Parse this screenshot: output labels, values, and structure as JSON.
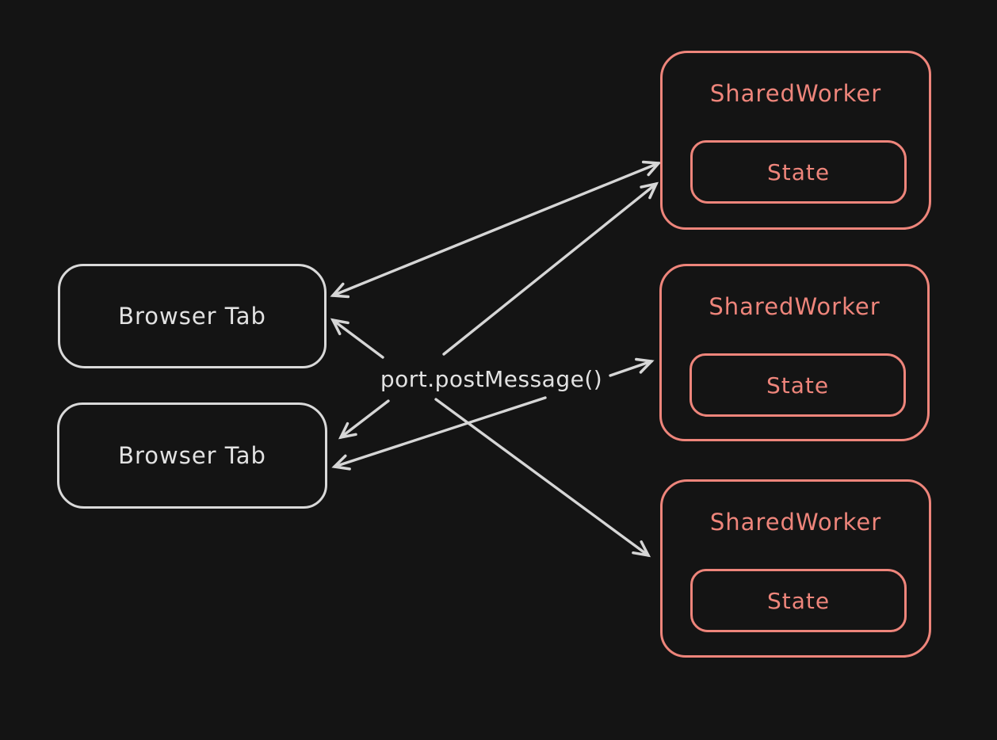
{
  "diagram": {
    "type": "hand-drawn architecture diagram (excalidraw style, dark theme)",
    "center_label": "port.postMessage()",
    "browser_tabs": [
      {
        "label": "Browser Tab"
      },
      {
        "label": "Browser Tab"
      }
    ],
    "shared_workers": [
      {
        "label": "SharedWorker",
        "state": "State"
      },
      {
        "label": "SharedWorker",
        "state": "State"
      },
      {
        "label": "SharedWorker",
        "state": "State"
      }
    ],
    "edges": [
      {
        "from": "browser-tab-1",
        "to": "shared-worker-1",
        "bidirectional": true
      },
      {
        "from": "center-label",
        "to": "shared-worker-1",
        "bidirectional": false
      },
      {
        "from": "center-label",
        "to": "browser-tab-1",
        "bidirectional": false
      },
      {
        "from": "center-label",
        "to": "shared-worker-2",
        "bidirectional": false
      },
      {
        "from": "center-label",
        "to": "shared-worker-3",
        "bidirectional": false
      },
      {
        "from": "center-label",
        "to": "browser-tab-2",
        "bidirectional": false
      },
      {
        "from": "center-label",
        "to": "browser-tab-2",
        "bidirectional": false
      }
    ],
    "colors": {
      "background": "#141414",
      "tab_stroke": "#d9d9d9",
      "worker_stroke": "#ee857b",
      "arrow_stroke": "#d6d6d6",
      "label_text": "#e2e2e2"
    }
  }
}
